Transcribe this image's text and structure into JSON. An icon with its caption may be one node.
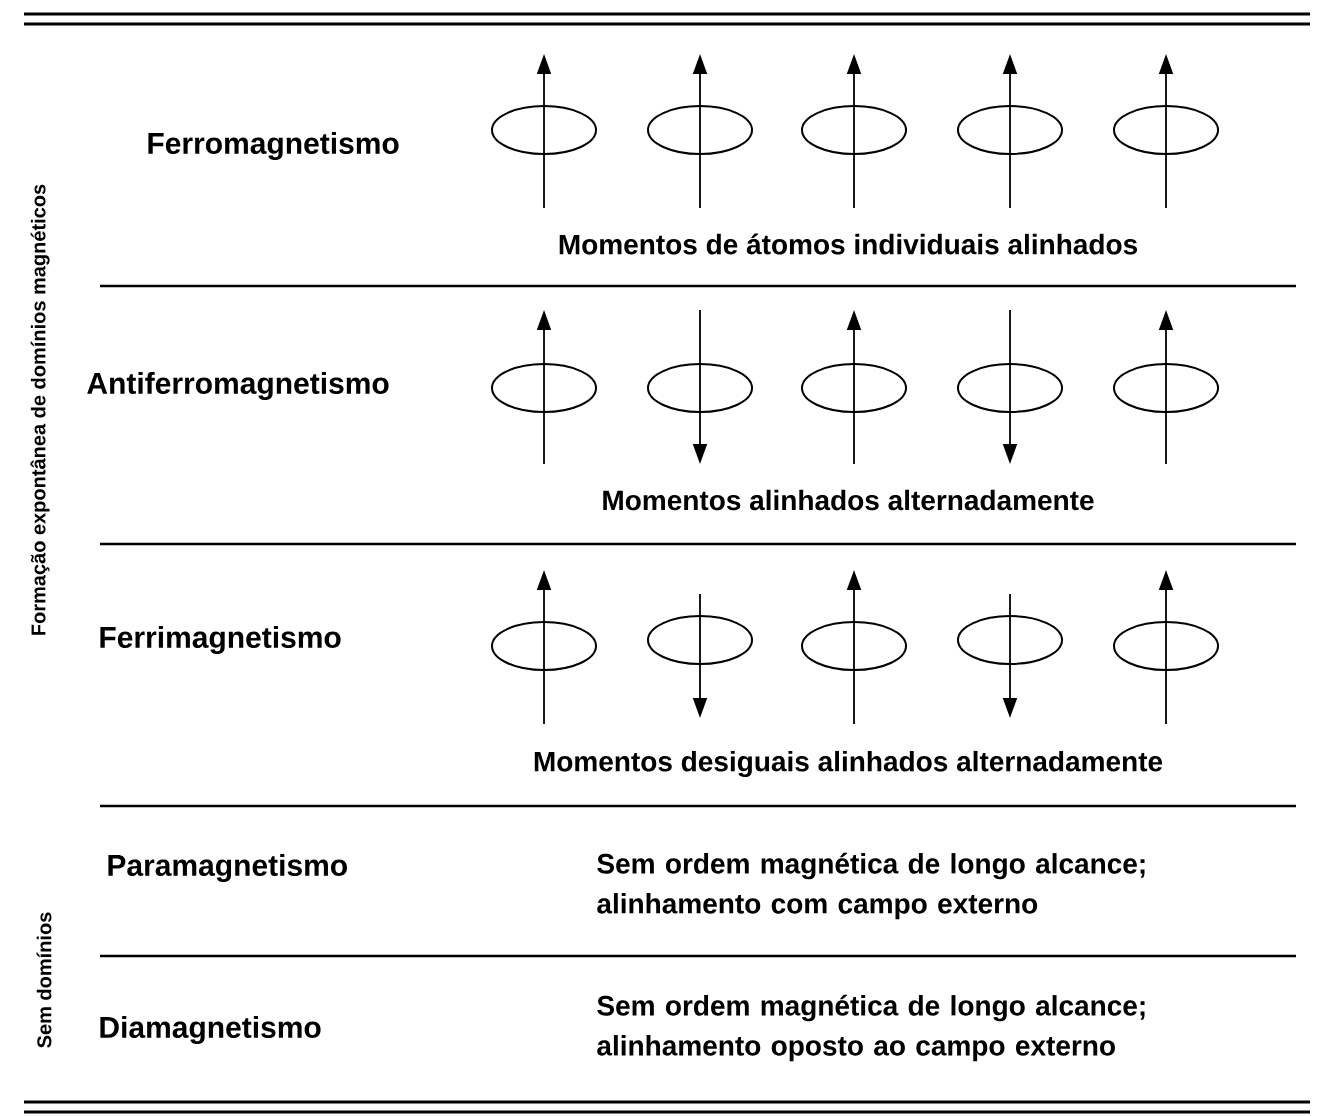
{
  "diagram": {
    "labels": [
      "Formação expontânea de domínios magnéticos",
      "Ferromagnetismo",
      "Momentos de átomos individuais alinhados",
      "Antiferromagnetismo",
      "Momentos alinhados alternadamente",
      "Ferrimagnetismo",
      "Momentos desiguais alinhados alternadamente",
      "Sem domínios",
      "Paramagnetismo",
      "Sem ordem magnética de longo alcance; alinhamento com campo externo",
      "Diamagnetismo",
      "Sem ordem magnética de longo alcance; alinhamento oposto ao campo externo"
    ]
  }
}
